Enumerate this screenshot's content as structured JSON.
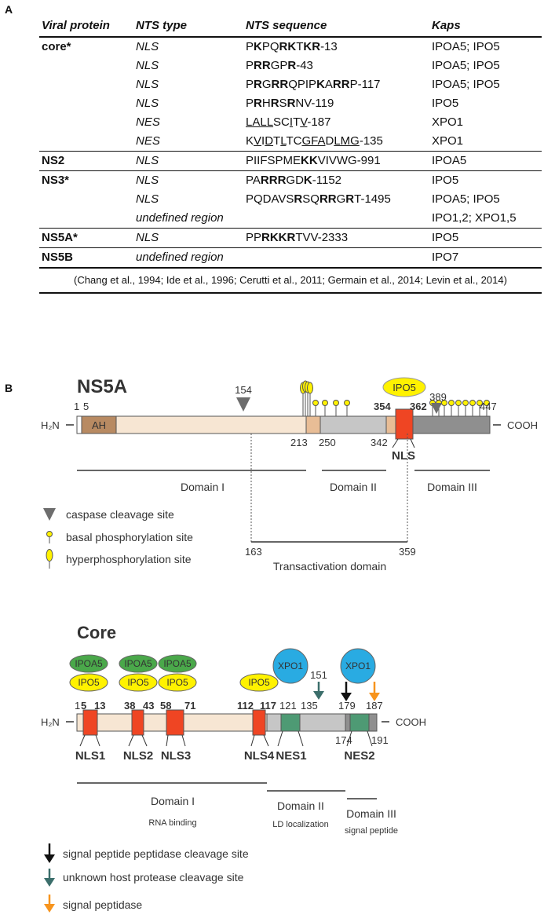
{
  "panel_a": {
    "letter": "A",
    "headers": [
      "Viral protein",
      "NTS type",
      "NTS sequence",
      "Kaps"
    ],
    "groups": [
      {
        "protein": "core*",
        "rows": [
          {
            "type": "NLS",
            "seq": [
              {
                "t": "P"
              },
              {
                "t": "K",
                "b": 1
              },
              {
                "t": "PQ"
              },
              {
                "t": "RK",
                "b": 1
              },
              {
                "t": "T"
              },
              {
                "t": "KR",
                "b": 1
              },
              {
                "t": "-13"
              }
            ],
            "kaps": "IPOA5; IPO5"
          },
          {
            "type": "NLS",
            "seq": [
              {
                "t": "P"
              },
              {
                "t": "RR",
                "b": 1
              },
              {
                "t": "GP"
              },
              {
                "t": "R",
                "b": 1
              },
              {
                "t": "-43"
              }
            ],
            "kaps": "IPOA5; IPO5"
          },
          {
            "type": "NLS",
            "seq": [
              {
                "t": "P"
              },
              {
                "t": "R",
                "b": 1
              },
              {
                "t": "G"
              },
              {
                "t": "RR",
                "b": 1
              },
              {
                "t": "QPIP"
              },
              {
                "t": "K",
                "b": 1
              },
              {
                "t": "A"
              },
              {
                "t": "RR",
                "b": 1
              },
              {
                "t": "P-117"
              }
            ],
            "kaps": "IPOA5; IPO5"
          },
          {
            "type": "NLS",
            "seq": [
              {
                "t": "P"
              },
              {
                "t": "R",
                "b": 1
              },
              {
                "t": "H"
              },
              {
                "t": "R",
                "b": 1
              },
              {
                "t": "S"
              },
              {
                "t": "R",
                "b": 1
              },
              {
                "t": "NV-119"
              }
            ],
            "kaps": "IPO5"
          },
          {
            "type": "NES",
            "seq": [
              {
                "t": "LALL",
                "u": 1
              },
              {
                "t": "SC"
              },
              {
                "t": "I",
                "u": 1
              },
              {
                "t": "T"
              },
              {
                "t": "V",
                "u": 1
              },
              {
                "t": "-187"
              }
            ],
            "kaps": "XPO1"
          },
          {
            "type": "NES",
            "seq": [
              {
                "t": "K"
              },
              {
                "t": "V",
                "u": 1
              },
              {
                "t": "I"
              },
              {
                "t": "D",
                "u": 1
              },
              {
                "t": "T"
              },
              {
                "t": "L",
                "u": 1
              },
              {
                "t": "TC"
              },
              {
                "t": "GFA",
                "u": 1
              },
              {
                "t": "D"
              },
              {
                "t": "LMG",
                "u": 1
              },
              {
                "t": "-135"
              }
            ],
            "kaps": "XPO1"
          }
        ]
      },
      {
        "protein": "NS2",
        "rows": [
          {
            "type": "NLS",
            "seq": [
              {
                "t": "PIIFSPME"
              },
              {
                "t": "KK",
                "b": 1
              },
              {
                "t": "VIVWG-991"
              }
            ],
            "kaps": "IPOA5"
          }
        ]
      },
      {
        "protein": "NS3*",
        "rows": [
          {
            "type": "NLS",
            "seq": [
              {
                "t": "PA"
              },
              {
                "t": "RRR",
                "b": 1
              },
              {
                "t": "GD"
              },
              {
                "t": "K",
                "b": 1
              },
              {
                "t": "-1152"
              }
            ],
            "kaps": "IPO5"
          },
          {
            "type": "NLS",
            "seq": [
              {
                "t": "PQDAVS"
              },
              {
                "t": "R",
                "b": 1
              },
              {
                "t": "SQ"
              },
              {
                "t": "RR",
                "b": 1
              },
              {
                "t": "G"
              },
              {
                "t": "R",
                "b": 1
              },
              {
                "t": "T-1495"
              }
            ],
            "kaps": "IPOA5; IPO5"
          },
          {
            "type": "undefined region",
            "seq": [],
            "kaps": "IPO1,2; XPO1,5"
          }
        ]
      },
      {
        "protein": "NS5A*",
        "rows": [
          {
            "type": "NLS",
            "seq": [
              {
                "t": "PP"
              },
              {
                "t": "RKKR",
                "b": 1
              },
              {
                "t": "TVV-2333"
              }
            ],
            "kaps": "IPO5"
          }
        ]
      },
      {
        "protein": "NS5B",
        "rows": [
          {
            "type": "undefined region",
            "seq": [],
            "kaps": "IPO7"
          }
        ]
      }
    ],
    "references": "(Chang et al., 1994; Ide et al., 1996; Cerutti et al., 2011; Germain et al., 2014; Levin et al., 2014)"
  },
  "panel_b": {
    "letter": "B",
    "ns5a": {
      "title": "NS5A",
      "n_term": "H₂N",
      "c_term": "COOH",
      "ah_label": "AH",
      "ipo5_label": "IPO5",
      "nls_label": "NLS",
      "nums": {
        "n1": "1",
        "n5": "5",
        "n154": "154",
        "n213": "213",
        "n250": "250",
        "n342": "342",
        "n354": "354",
        "n362": "362",
        "n389": "389",
        "n447": "447",
        "n163": "163",
        "n359": "359"
      },
      "domains": [
        "Domain I",
        "Domain II",
        "Domain III"
      ],
      "transactivation": "Transactivation domain",
      "legend": [
        "caspase cleavage site",
        "basal phosphorylation site",
        "hyperphosphorylation site"
      ]
    },
    "core": {
      "title": "Core",
      "n_term": "H₂N",
      "c_term": "COOH",
      "kaps": {
        "ipoa5": "IPOA5",
        "ipo5": "IPO5",
        "xpo1": "XPO1"
      },
      "nums": {
        "n1": "1",
        "n5": "5",
        "n13": "13",
        "n38": "38",
        "n43": "43",
        "n58": "58",
        "n71": "71",
        "n112": "112",
        "n117": "117",
        "n121": "121",
        "n135": "135",
        "n151": "151",
        "n174": "174",
        "n179": "179",
        "n187": "187",
        "n191": "191"
      },
      "motifs": [
        "NLS1",
        "NLS2",
        "NLS3",
        "NLS4",
        "NES1",
        "NES2"
      ],
      "domains": [
        {
          "name": "Domain I",
          "sub": "RNA binding"
        },
        {
          "name": "Domain II",
          "sub": "LD localization"
        },
        {
          "name": "Domain III",
          "sub": "signal peptide"
        }
      ],
      "legend": [
        "signal peptide peptidase cleavage site",
        "unknown host protease cleavage site",
        "signal peptidase"
      ]
    },
    "colors": {
      "domain1": "#f7e6d3",
      "ah": "#b88a62",
      "domain2": "#c6c6c6",
      "domain3": "#8f8f8f",
      "linker": "#e8bd96",
      "nls": "#ef4523",
      "nes": "#4e9a74",
      "kap_yellow": "#fff200",
      "kap_green": "#4aa84a",
      "kap_blue": "#29abe2",
      "arrow_teal": "#3b6e6b",
      "arrow_orange": "#f7941d",
      "caspase": "#6d6d6d"
    }
  }
}
